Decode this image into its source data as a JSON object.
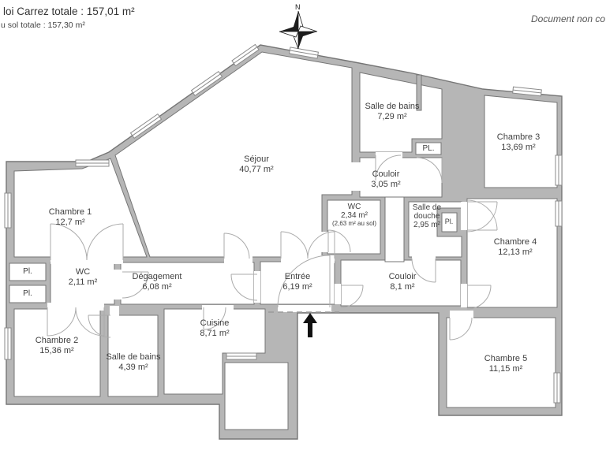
{
  "header": {
    "carrez_total": "loi Carrez totale :  157,01 m²",
    "floor_total": "u sol totale :  157,30 m²",
    "disclaimer": "Document non co"
  },
  "compass": {
    "north": "N"
  },
  "colors": {
    "wall": "#b6b6b6",
    "wall_edge": "#767676",
    "text": "#3f3f3f"
  },
  "rooms": {
    "sejour": {
      "name": "Séjour",
      "area": "40,77 m²"
    },
    "chambre1": {
      "name": "Chambre 1",
      "area": "12,7 m²"
    },
    "chambre2": {
      "name": "Chambre 2",
      "area": "15,36 m²"
    },
    "chambre3": {
      "name": "Chambre 3",
      "area": "13,69 m²"
    },
    "chambre4": {
      "name": "Chambre 4",
      "area": "12,13 m²"
    },
    "chambre5": {
      "name": "Chambre 5",
      "area": "11,15 m²"
    },
    "salle_de_bains_1": {
      "name": "Salle de bains",
      "area": "7,29 m²"
    },
    "salle_de_bains_2": {
      "name": "Salle de bains",
      "area": "4,39 m²"
    },
    "salle_de_douche": {
      "name": "Salle de douche",
      "area": "2,95 m²"
    },
    "wc_1": {
      "name": "WC",
      "area": "2,34 m²",
      "note": "(2,63 m² au sol)"
    },
    "wc_2": {
      "name": "WC",
      "area": "2,11 m²"
    },
    "couloir_1": {
      "name": "Couloir",
      "area": "3,05 m²"
    },
    "couloir_2": {
      "name": "Couloir",
      "area": "8,1 m²"
    },
    "entree": {
      "name": "Entrée",
      "area": "6,19 m²"
    },
    "degagement": {
      "name": "Dégagement",
      "area": "6,08 m²"
    },
    "cuisine": {
      "name": "Cuisine",
      "area": "8,71 m²"
    }
  },
  "closets": {
    "pl_couloir": "PL.",
    "pl_gauche_haut": "Pl.",
    "pl_gauche_bas": "Pl.",
    "pl_douche": "Pl."
  }
}
